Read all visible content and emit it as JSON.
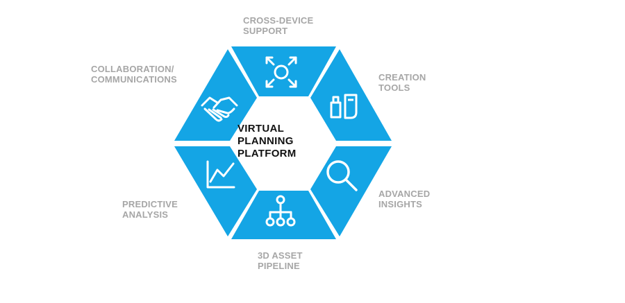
{
  "center": {
    "lines": [
      "VIRTUAL",
      "PLANNING",
      "PLATFORM"
    ]
  },
  "segments": [
    {
      "key": "cross_device",
      "lines": [
        "CROSS-DEVICE",
        "SUPPORT"
      ],
      "icon": "arrows-expand-gear-icon"
    },
    {
      "key": "creation_tools",
      "lines": [
        "CREATION",
        "TOOLS"
      ],
      "icon": "cosmetic-products-icon"
    },
    {
      "key": "advanced_insights",
      "lines": [
        "ADVANCED",
        "INSIGHTS"
      ],
      "icon": "magnifier-icon"
    },
    {
      "key": "asset_pipeline",
      "lines": [
        "3D ASSET",
        "PIPELINE"
      ],
      "icon": "hierarchy-tree-icon"
    },
    {
      "key": "predictive_analysis",
      "lines": [
        "PREDICTIVE",
        "ANALYSIS"
      ],
      "icon": "line-chart-icon"
    },
    {
      "key": "collaboration",
      "lines": [
        "COLLABORATION/",
        "COMMUNICATIONS"
      ],
      "icon": "handshake-icon"
    }
  ],
  "colors": {
    "segment": "#14a5e5",
    "label": "#a6a6a6",
    "center_text": "#111111",
    "background": "#ffffff"
  }
}
